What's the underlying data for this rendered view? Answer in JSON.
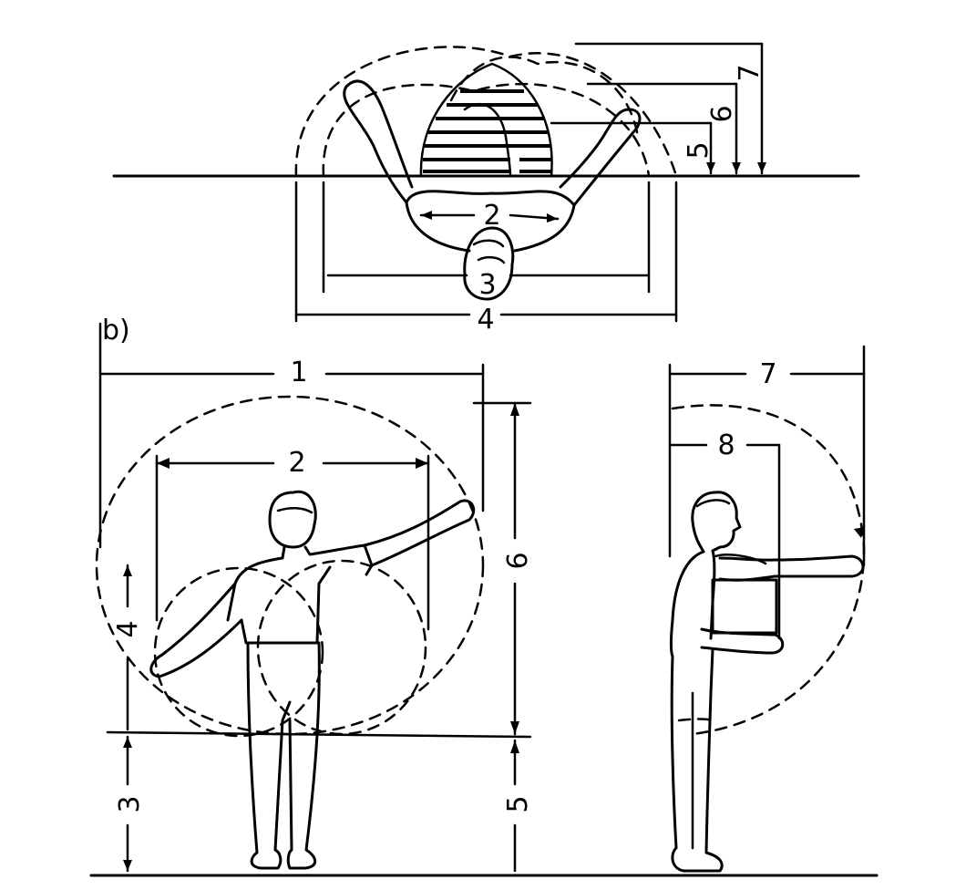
{
  "panel_label": "b)",
  "top_view": {
    "labels": {
      "d2": "2",
      "d3": "3",
      "d4": "4",
      "d5": "5",
      "d6": "6",
      "d7": "7"
    }
  },
  "front_view": {
    "labels": {
      "d1": "1",
      "d2": "2",
      "d3": "3",
      "d4": "4",
      "d5": "5",
      "d6": "6"
    }
  },
  "side_view": {
    "labels": {
      "d7": "7",
      "d8": "8"
    }
  }
}
